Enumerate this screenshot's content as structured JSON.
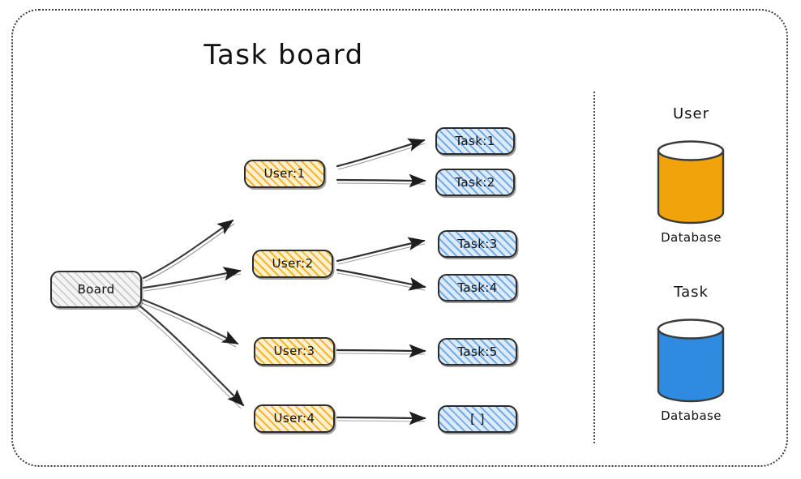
{
  "title": "Task board",
  "colors": {
    "user_fill": "#F0A30A",
    "task_fill": "#2E8BE0",
    "user_node_hatch": "#F3B22A",
    "task_node_hatch": "#6EAAE4",
    "board_node_hatch": "#A0A0A0",
    "stroke": "#2B2B2B",
    "frame": "#3B3B3B"
  },
  "nodes": {
    "board": {
      "label": "Board",
      "type": "board"
    },
    "users": [
      {
        "label": "User:1"
      },
      {
        "label": "User:2"
      },
      {
        "label": "User:3"
      },
      {
        "label": "User:4"
      }
    ],
    "tasks": [
      {
        "label": "Task:1"
      },
      {
        "label": "Task:2"
      },
      {
        "label": "Task:3"
      },
      {
        "label": "Task:4"
      },
      {
        "label": "Task:5"
      },
      {
        "label": "[ ]"
      }
    ]
  },
  "edges": [
    {
      "from": "Board",
      "to": "User:1"
    },
    {
      "from": "Board",
      "to": "User:2"
    },
    {
      "from": "Board",
      "to": "User:3"
    },
    {
      "from": "Board",
      "to": "User:4"
    },
    {
      "from": "User:1",
      "to": "Task:1"
    },
    {
      "from": "User:1",
      "to": "Task:2"
    },
    {
      "from": "User:2",
      "to": "Task:3"
    },
    {
      "from": "User:2",
      "to": "Task:4"
    },
    {
      "from": "User:3",
      "to": "Task:5"
    },
    {
      "from": "User:4",
      "to": "[ ]"
    }
  ],
  "legend": [
    {
      "title": "User",
      "caption": "Database",
      "fill": "#F0A30A"
    },
    {
      "title": "Task",
      "caption": "Database",
      "fill": "#2E8BE0"
    }
  ]
}
